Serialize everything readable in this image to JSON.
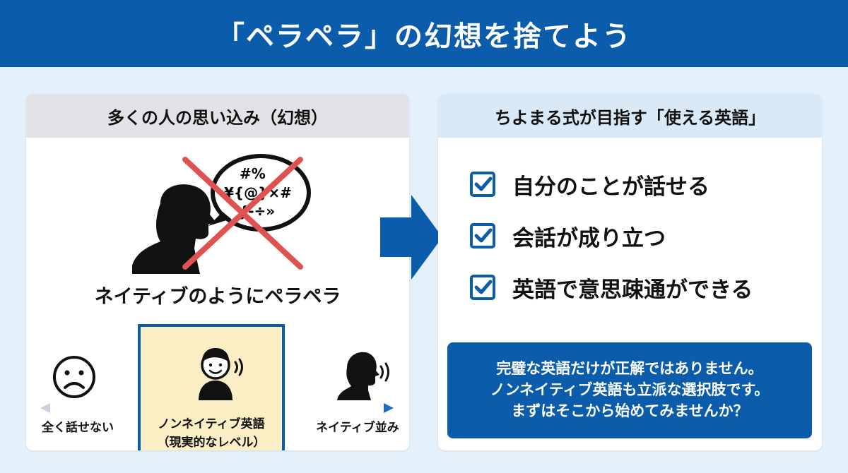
{
  "title": "「ペラペラ」の幻想を捨てよう",
  "colors": {
    "brand_blue": "#0b5cab",
    "illusion_cross": "#e0524f",
    "highlight": "#fbeec5"
  },
  "left_panel": {
    "heading": "多くの人の思い込み（幻想）",
    "speech_symbols": [
      "#%",
      "¥{@}×#",
      "∫-÷»"
    ],
    "caption": "ネイティブのようにペラペラ",
    "scale": {
      "low_label": "全く話せない",
      "mid_label_line1": "ノンネイティブ英語",
      "mid_label_line2": "（現実的なレベル）",
      "high_label": "ネイティブ並み"
    }
  },
  "right_panel": {
    "heading": "ちよまる式が目指す「使える英語」",
    "checklist": [
      "自分のことが話せる",
      "会話が成り立つ",
      "英語で意思疎通ができる"
    ],
    "message_lines": [
      "完璧な英語だけが正解ではありません。",
      "ノンネイティブ英語も立派な選択肢です。",
      "まずはそこから始めてみませんか？"
    ]
  }
}
